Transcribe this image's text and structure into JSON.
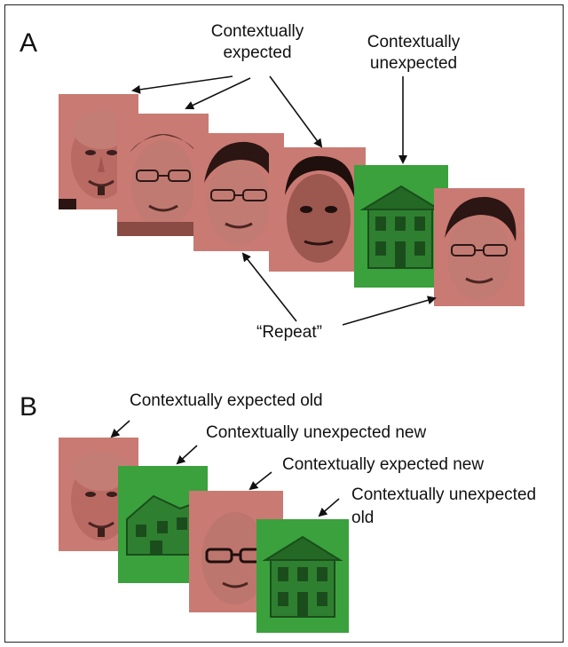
{
  "panel_a": {
    "letter": "A",
    "label_expected": [
      "Contextually",
      "expected"
    ],
    "label_unexpected": [
      "Contextually",
      "unexpected"
    ],
    "label_repeat": "“Repeat”",
    "sequence": [
      "face",
      "face",
      "face",
      "face",
      "house",
      "face"
    ]
  },
  "panel_b": {
    "letter": "B",
    "labels": [
      "Contextually expected old",
      "Contextually unexpected new",
      "Contextually expected new",
      "Contextually unexpected",
      "old"
    ],
    "sequence": [
      "face",
      "house",
      "face",
      "house"
    ]
  },
  "colors": {
    "face_tint": "#c97a72",
    "house_tint": "#3aa13d",
    "border": "#222222"
  }
}
